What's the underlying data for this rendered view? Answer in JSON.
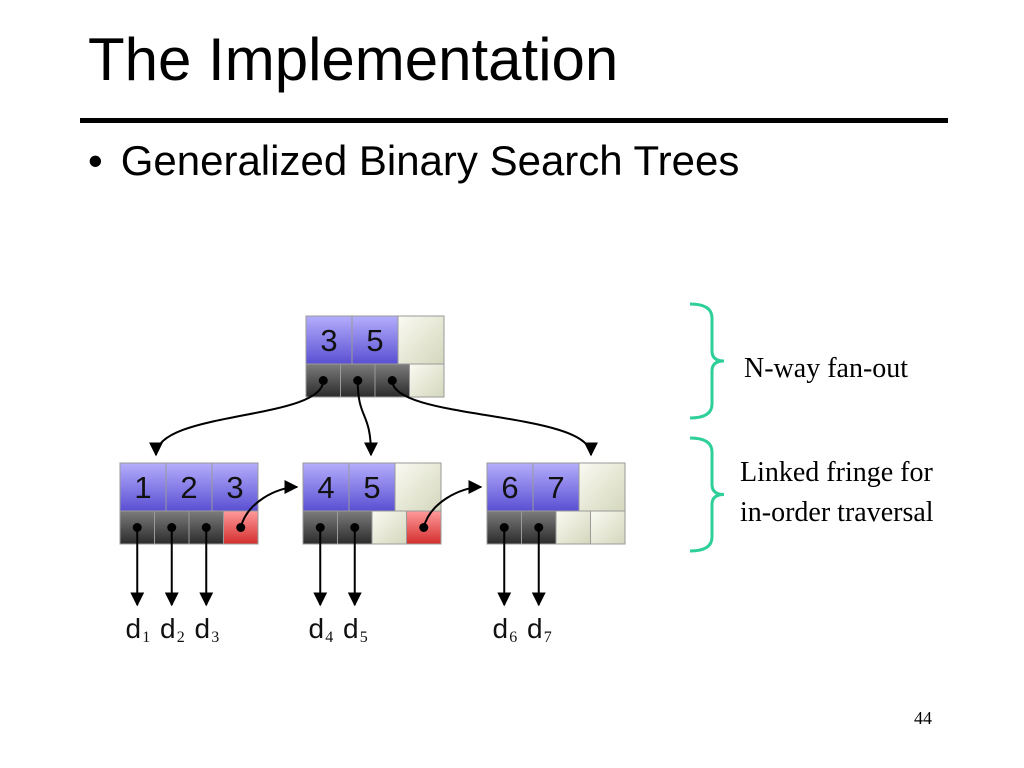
{
  "slide": {
    "title": "The Implementation",
    "bullet": "Generalized Binary Search Trees",
    "page_number": "44"
  },
  "diagram": {
    "root": {
      "keys": [
        "3",
        "5"
      ],
      "slots": 3
    },
    "leaves": [
      {
        "keys": [
          "1",
          "2",
          "3"
        ],
        "slots": 3,
        "data": [
          [
            "d",
            "1"
          ],
          [
            "d",
            "2"
          ],
          [
            "d",
            "3"
          ]
        ],
        "has_next": true
      },
      {
        "keys": [
          "4",
          "5"
        ],
        "slots": 3,
        "data": [
          [
            "d",
            "4"
          ],
          [
            "d",
            "5"
          ]
        ],
        "has_next": true
      },
      {
        "keys": [
          "6",
          "7"
        ],
        "slots": 3,
        "data": [
          [
            "d",
            "6"
          ],
          [
            "d",
            "7"
          ]
        ],
        "has_next": false
      }
    ],
    "annotations": {
      "fanout": "N-way fan-out",
      "fringe_line1": "Linked fringe for",
      "fringe_line2": "in-order traversal"
    },
    "colors": {
      "key_cell": "#7b72e0",
      "empty_cell": "#e2e4cf",
      "pointer_cell": "#444444",
      "link_cell": "#e04848",
      "brace": "#2ecf98"
    }
  }
}
